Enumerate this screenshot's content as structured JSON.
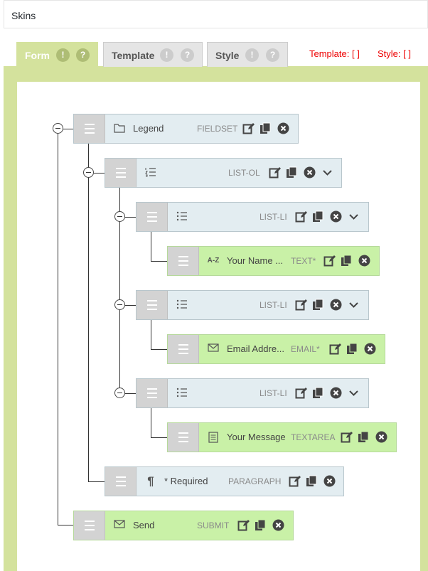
{
  "panel": {
    "title": "Skins"
  },
  "tabs": [
    {
      "label": "Form",
      "active": true
    },
    {
      "label": "Template",
      "active": false
    },
    {
      "label": "Style",
      "active": false
    }
  ],
  "tab_badges": {
    "info": "!",
    "help": "?"
  },
  "skin_info": {
    "template": "Template: [  ]",
    "style": "Style: [  ]"
  },
  "colors": {
    "accent": "#d4e29d",
    "leaf": "#c9f1a7",
    "container": "#e3edf1",
    "handle": "#d3d3d3",
    "warning": "#e00000"
  },
  "tree": [
    {
      "label": "Legend",
      "type": "FIELDSET",
      "icon": "folder-icon",
      "kind": "container"
    },
    {
      "label": "",
      "type": "LIST-OL",
      "icon": "ordered-list-icon",
      "kind": "container"
    },
    {
      "label": "",
      "type": "LIST-LI",
      "icon": "unordered-list-icon",
      "kind": "container"
    },
    {
      "label": "Your Name ...",
      "type": "TEXT*",
      "icon": "text-az-icon",
      "kind": "field"
    },
    {
      "label": "",
      "type": "LIST-LI",
      "icon": "unordered-list-icon",
      "kind": "container"
    },
    {
      "label": "Email Addre...",
      "type": "EMAIL*",
      "icon": "envelope-icon",
      "kind": "field"
    },
    {
      "label": "",
      "type": "LIST-LI",
      "icon": "unordered-list-icon",
      "kind": "container"
    },
    {
      "label": "Your Message",
      "type": "TEXTAREA",
      "icon": "textarea-icon",
      "kind": "field"
    },
    {
      "label": "* Required",
      "type": "PARAGRAPH",
      "icon": "paragraph-icon",
      "kind": "container"
    },
    {
      "label": "Send",
      "type": "SUBMIT",
      "icon": "envelope-icon",
      "kind": "field"
    }
  ],
  "glyphs": {
    "az": "A-Z",
    "paragraph": "¶"
  }
}
